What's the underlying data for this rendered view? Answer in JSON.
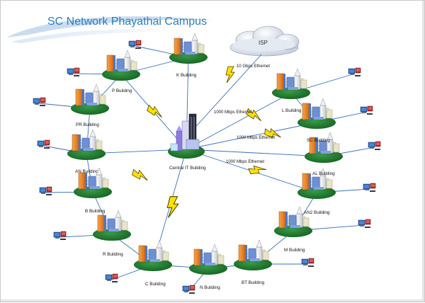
{
  "title": "SC Network Phayathai Campus",
  "isp_label": "ISP",
  "central": {
    "label": "Central IT Building"
  },
  "links": {
    "isp_link": "10 Gbps Ethernet",
    "l_link": "1000 Mbps Ethernet",
    "sc_link": "1000 Mbps Ethernet",
    "al_link": "1000 Mbps Ethernet"
  },
  "buildings": [
    {
      "id": "k",
      "label": "K Building"
    },
    {
      "id": "p",
      "label": "P Building"
    },
    {
      "id": "pr",
      "label": "PR Building"
    },
    {
      "id": "an",
      "label": "AN Building"
    },
    {
      "id": "b",
      "label": "B Building"
    },
    {
      "id": "r",
      "label": "R Building"
    },
    {
      "id": "c",
      "label": "C Building"
    },
    {
      "id": "n",
      "label": "N Building"
    },
    {
      "id": "bt",
      "label": "BT Building"
    },
    {
      "id": "m",
      "label": "M Building"
    },
    {
      "id": "an2",
      "label": "AN2 Building"
    },
    {
      "id": "al",
      "label": "AL Building"
    },
    {
      "id": "sc",
      "label": "SC Building"
    },
    {
      "id": "l",
      "label": "L Building"
    }
  ],
  "colors": {
    "title": "#2a7fb6",
    "base_green": "#1f7a30",
    "line_blue": "#3a6fb3",
    "bolt_yellow": "#ffe100",
    "roof_orange": "#f08a2a",
    "tower_purple": "#7a5ac8"
  },
  "icons": [
    "cloud-icon",
    "lightning-bolt-icon",
    "building-cluster-icon",
    "workstation-icon"
  ]
}
